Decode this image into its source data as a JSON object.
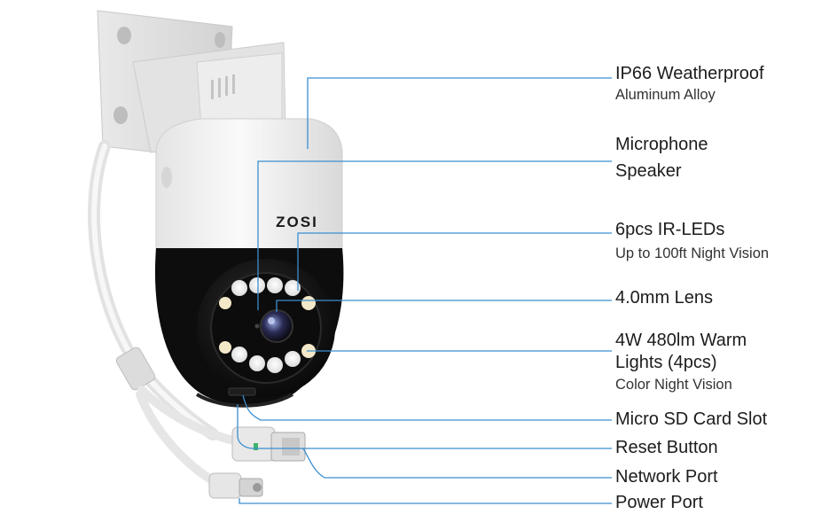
{
  "brand": {
    "logo_text": "ZOSI"
  },
  "colors": {
    "leader_line": "#3a8fd0",
    "text": "#1c1c1c",
    "housing_white": "#f2f2f2",
    "housing_black": "#111111"
  },
  "callouts": [
    {
      "lines": [
        "IP66 Weatherproof"
      ],
      "sub": [
        "Aluminum Alloy"
      ]
    },
    {
      "lines": [
        "Microphone",
        "Speaker"
      ],
      "sub": []
    },
    {
      "lines": [
        "6pcs IR-LEDs"
      ],
      "sub": [
        "Up to 100ft Night Vision"
      ]
    },
    {
      "lines": [
        "4.0mm Lens"
      ],
      "sub": []
    },
    {
      "lines": [
        "4W 480lm Warm",
        "Lights (4pcs)"
      ],
      "sub": [
        "Color Night Vision"
      ]
    },
    {
      "lines": [
        "Micro SD Card Slot"
      ],
      "sub": []
    },
    {
      "lines": [
        "Reset Button"
      ],
      "sub": []
    },
    {
      "lines": [
        "Network Port"
      ],
      "sub": []
    },
    {
      "lines": [
        "Power Port"
      ],
      "sub": []
    }
  ]
}
